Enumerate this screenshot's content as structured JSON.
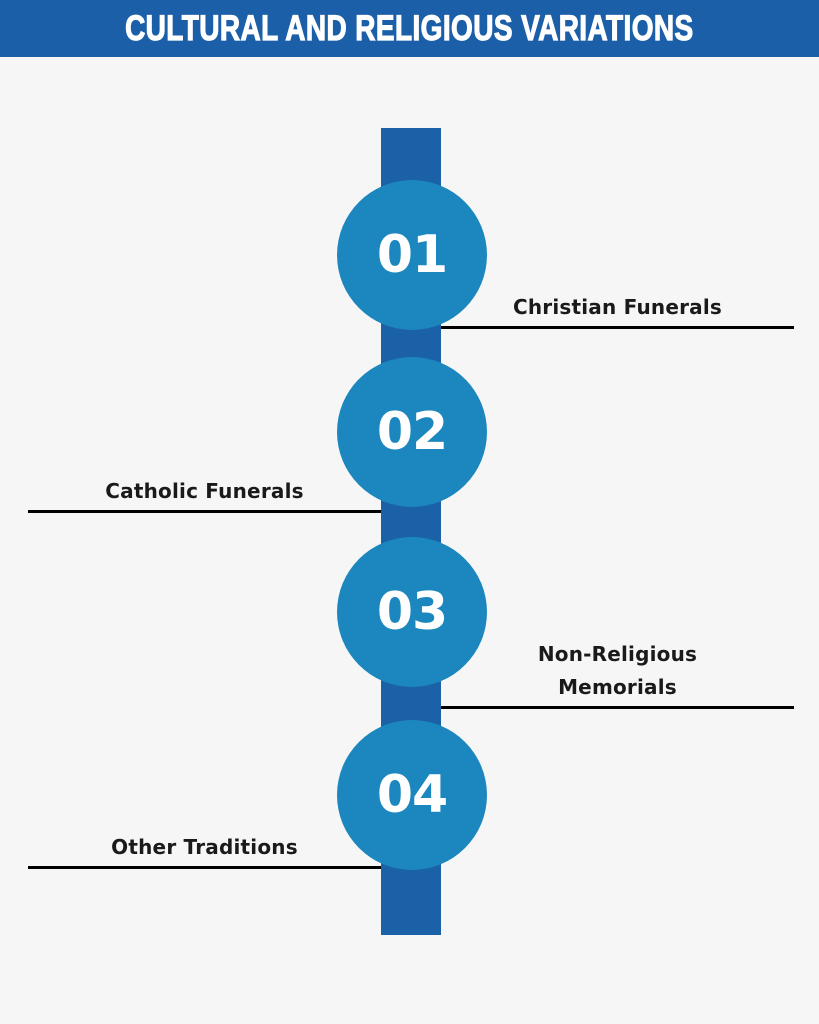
{
  "header": {
    "title": "CULTURAL AND RELIGIOUS VARIATIONS",
    "background_color": "#1b5fa8",
    "text_color": "#ffffff"
  },
  "theme": {
    "page_background": "#f6f6f6",
    "bar_color": "#1b61a8",
    "circle_color": "#1c87be",
    "rule_color": "#000000",
    "label_text_color": "#1a1a1a"
  },
  "steps": [
    {
      "number": "01",
      "label": "Christian Funerals",
      "side": "right"
    },
    {
      "number": "02",
      "label": "Catholic Funerals",
      "side": "left"
    },
    {
      "number": "03",
      "label_line1": "Non-Religious",
      "label_line2": "Memorials",
      "side": "right"
    },
    {
      "number": "04",
      "label": "Other Traditions",
      "side": "left"
    }
  ]
}
